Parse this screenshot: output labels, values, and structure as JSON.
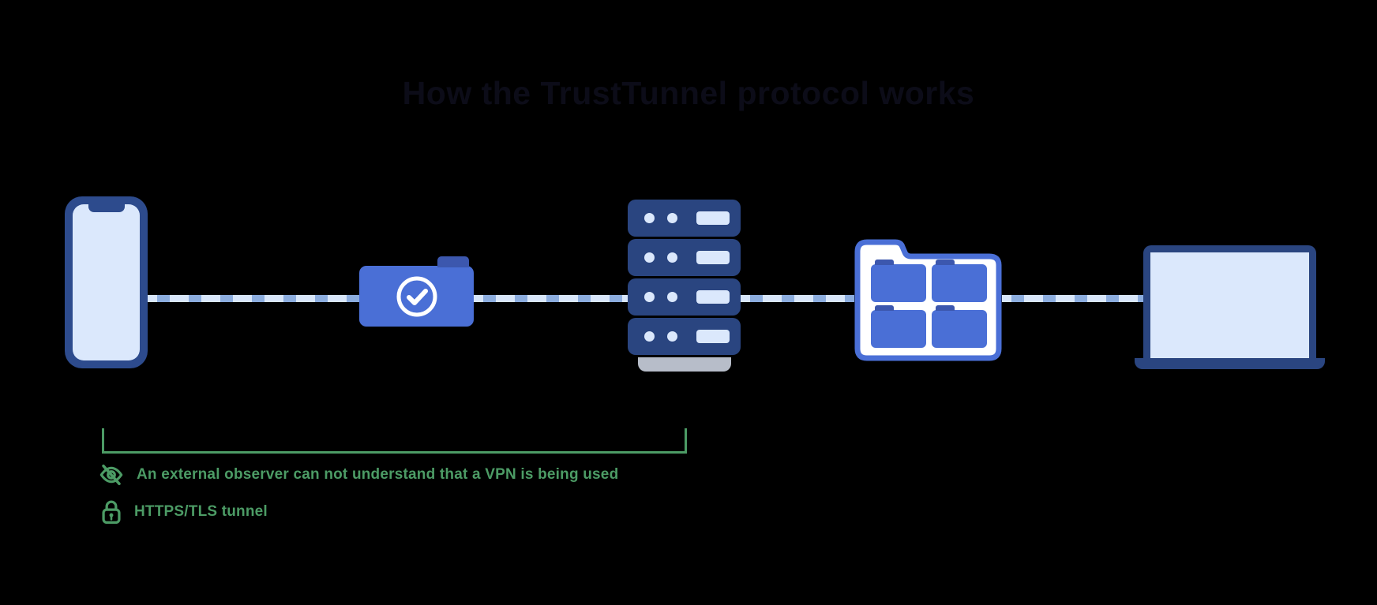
{
  "title": "How the TrustTunnel protocol works",
  "nodes": [
    {
      "id": "phone",
      "icon": "smartphone-icon"
    },
    {
      "id": "secure-folder",
      "icon": "folder-check-icon"
    },
    {
      "id": "vpn-server",
      "icon": "server-stack-icon"
    },
    {
      "id": "file-storage",
      "icon": "folder-grid-icon"
    },
    {
      "id": "laptop",
      "icon": "laptop-icon"
    }
  ],
  "annotations": [
    {
      "icon": "eye-off-icon",
      "text": "An external observer can not understand that a VPN is being used"
    },
    {
      "icon": "lock-icon",
      "text": "HTTPS/TLS tunnel"
    }
  ],
  "colors": {
    "background": "#000000",
    "title_text": "#0c0c18",
    "device_outline": "#2d4b8d",
    "server_navy": "#2a4580",
    "screen_fill": "#dbe8fc",
    "folder_blue": "#4a6fd6",
    "folder_tab": "#3c57ae",
    "dash_light": "#d8e6fa",
    "dash_dark": "#8cadde",
    "server_base_gray": "#b7bdc9",
    "annotation_green": "#4c9b65",
    "checkmark_white": "#ffffff"
  }
}
